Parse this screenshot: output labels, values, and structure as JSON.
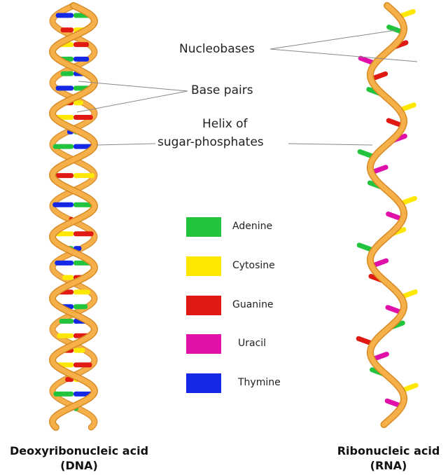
{
  "callouts": {
    "nucleobases": "Nucleobases",
    "base_pairs": "Base pairs",
    "helix_line1": "Helix of",
    "helix_line2": "sugar-phosphates"
  },
  "legend": [
    {
      "label": "Adenine",
      "color": "#21c43c"
    },
    {
      "label": "Cytosine",
      "color": "#ffe800"
    },
    {
      "label": "Guanine",
      "color": "#e01a12"
    },
    {
      "label": "Uracil",
      "color": "#e010a8"
    },
    {
      "label": "Thymine",
      "color": "#1428e6"
    }
  ],
  "captions": {
    "dna_name": "Deoxyribonucleic acid",
    "dna_abbr": "(DNA)",
    "rna_name": "Ribonucleic acid",
    "rna_abbr": "(RNA)"
  },
  "colors": {
    "backbone": "#f5b04a",
    "backbone_edge": "#d88a22",
    "leader_line": "#888888"
  },
  "dna_base_pairs": [
    [
      "thymine",
      "adenine"
    ],
    [
      "guanine",
      "cytosine"
    ],
    [
      "cytosine",
      "guanine"
    ],
    [
      "adenine",
      "thymine"
    ],
    [
      "adenine",
      "thymine"
    ],
    [
      "thymine",
      "adenine"
    ],
    [
      "guanine",
      "cytosine"
    ],
    [
      "cytosine",
      "guanine"
    ],
    [
      "thymine",
      "adenine"
    ],
    [
      "adenine",
      "thymine"
    ],
    [
      "cytosine",
      "guanine"
    ],
    [
      "guanine",
      "cytosine"
    ],
    [
      "adenine",
      "thymine"
    ],
    [
      "thymine",
      "adenine"
    ],
    [
      "guanine",
      "cytosine"
    ],
    [
      "cytosine",
      "guanine"
    ],
    [
      "adenine",
      "thymine"
    ],
    [
      "thymine",
      "adenine"
    ],
    [
      "cytosine",
      "guanine"
    ],
    [
      "guanine",
      "cytosine"
    ],
    [
      "thymine",
      "adenine"
    ],
    [
      "adenine",
      "thymine"
    ],
    [
      "cytosine",
      "guanine"
    ],
    [
      "guanine",
      "cytosine"
    ],
    [
      "cytosine",
      "guanine"
    ],
    [
      "guanine",
      "cytosine"
    ],
    [
      "adenine",
      "thymine"
    ],
    [
      "thymine",
      "adenine"
    ]
  ],
  "rna_bases": [
    "cytosine",
    "adenine",
    "guanine",
    "uracil",
    "guanine",
    "adenine",
    "cytosine",
    "guanine",
    "uracil",
    "adenine",
    "uracil",
    "adenine",
    "cytosine",
    "uracil",
    "cytosine",
    "adenine",
    "uracil",
    "guanine",
    "cytosine",
    "uracil",
    "adenine",
    "guanine",
    "uracil",
    "adenine",
    "cytosine",
    "uracil"
  ]
}
